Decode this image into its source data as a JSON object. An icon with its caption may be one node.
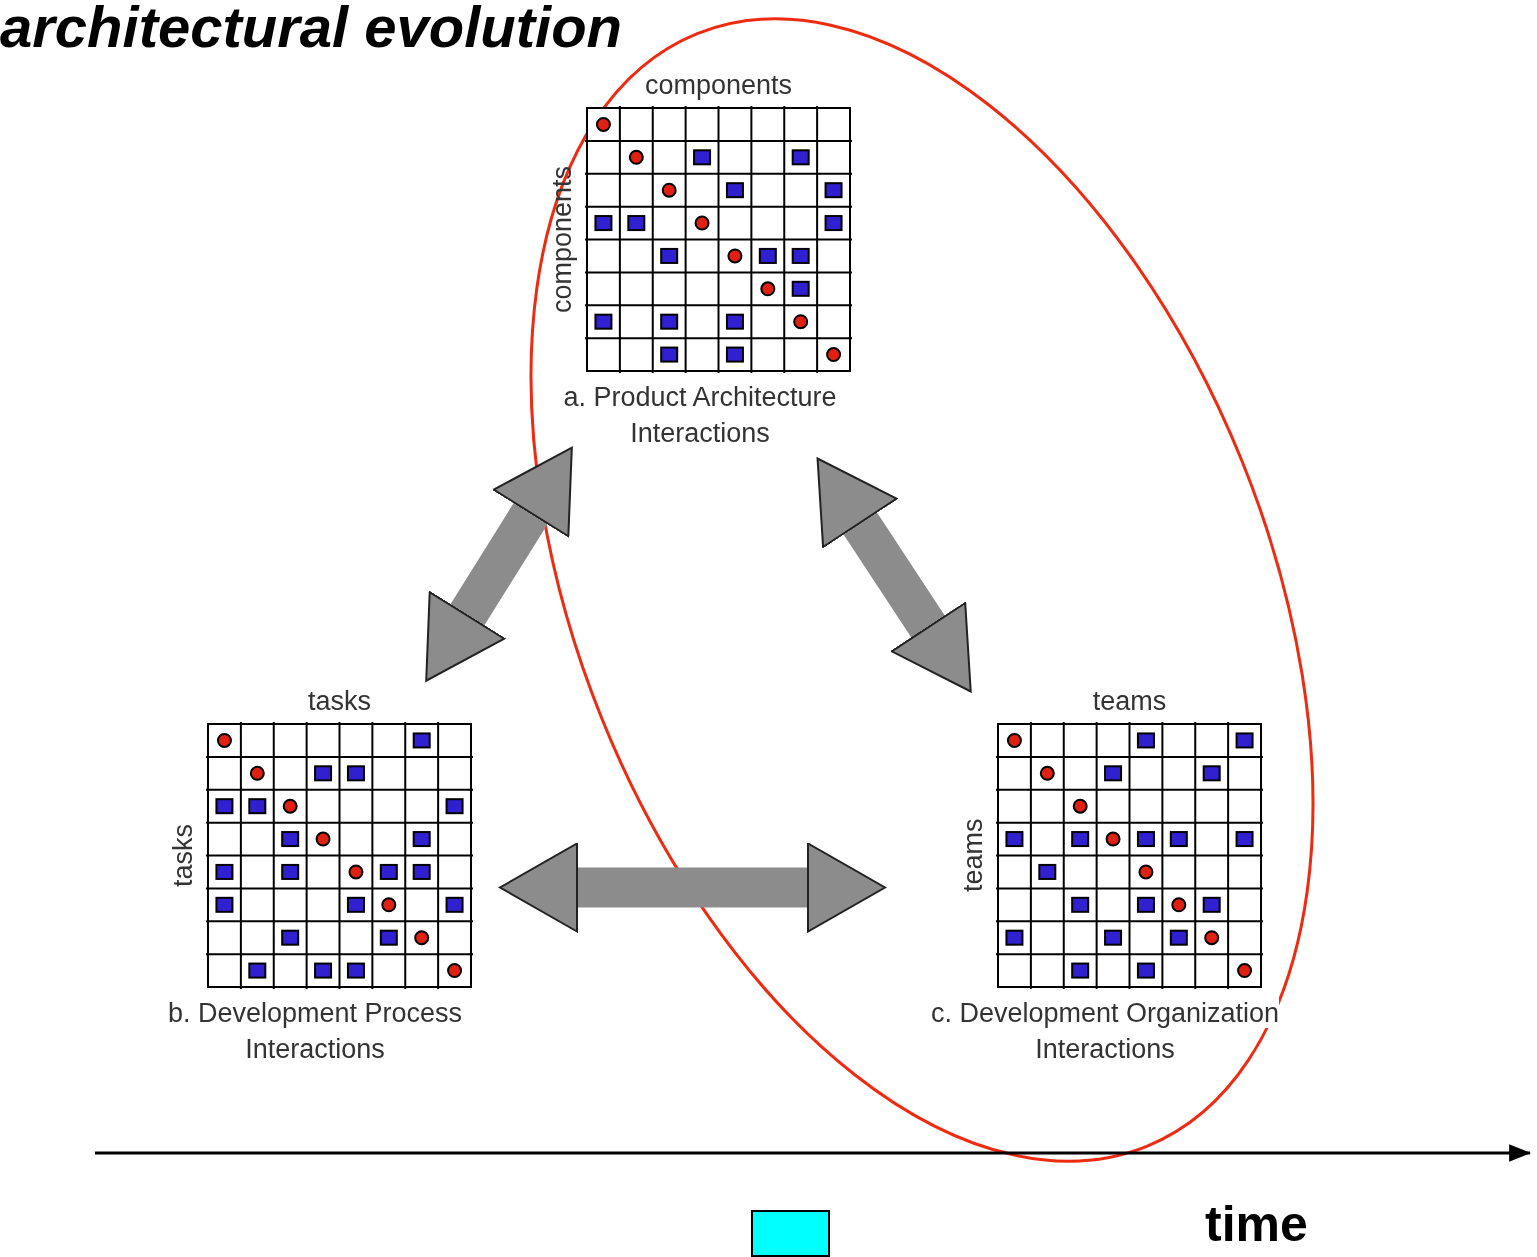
{
  "diagram": {
    "title": "architectural evolution",
    "nodes": [
      {
        "text": [
          "components",
          "components",
          "a. Product Architecture Interactions"
        ]
      },
      {
        "text": [
          "tasks",
          "tasks",
          "b. Development Process Interactions"
        ]
      },
      {
        "text": [
          "teams",
          "teams",
          "c. Development Organization Interactions"
        ]
      },
      {
        "text": [],
        "shape": "box"
      }
    ],
    "edges": [
      {
        "from": 0,
        "to": 1,
        "arrow": "both"
      },
      {
        "from": 0,
        "to": 2,
        "arrow": "both"
      },
      {
        "from": 1,
        "to": 2,
        "arrow": "both"
      }
    ],
    "labels": [
      "time"
    ]
  }
}
